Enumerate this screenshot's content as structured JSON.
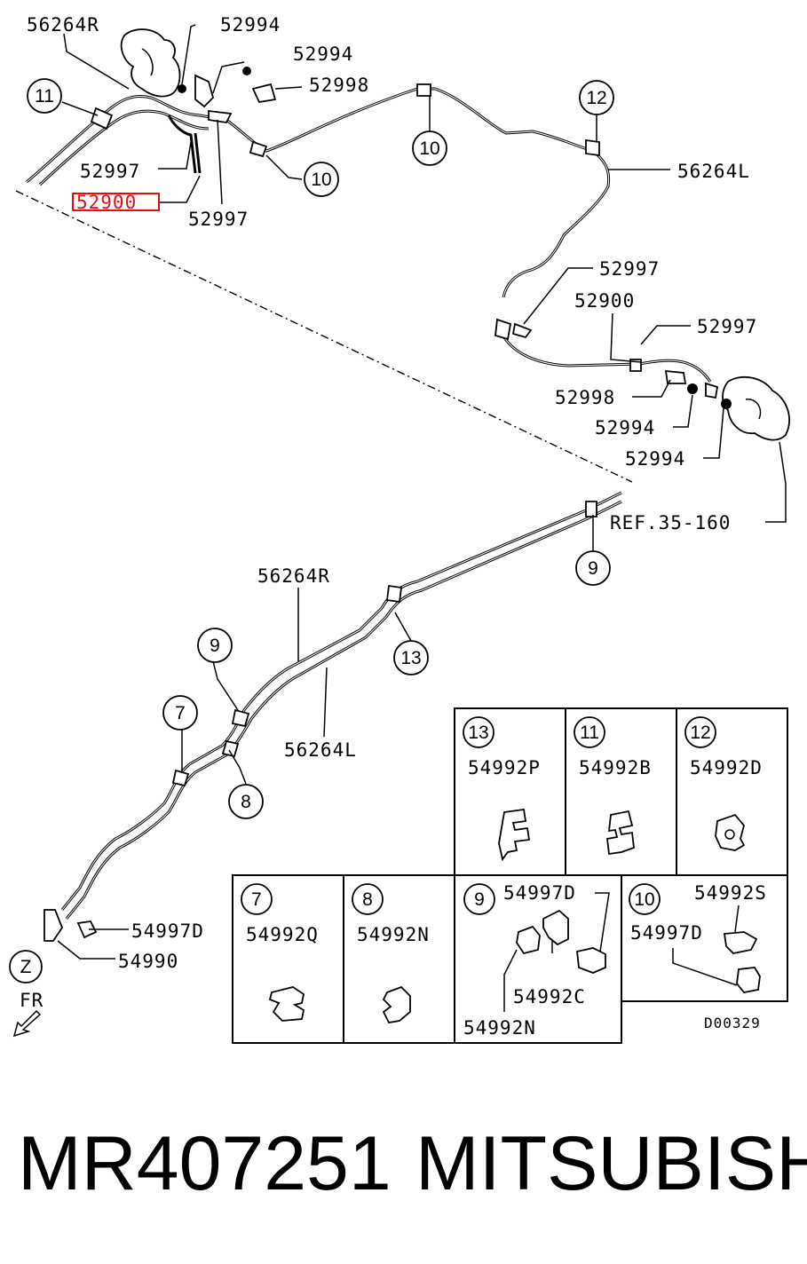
{
  "labels": {
    "p56264R_top": "56264R",
    "p52994_a": "52994",
    "p52994_b": "52994",
    "p52998_a": "52998",
    "p52997_a": "52997",
    "p52900_a": "52900",
    "p52997_b": "52997",
    "p56264L_top": "56264L",
    "p52997_c": "52997",
    "p52900_b": "52900",
    "p52997_d": "52997",
    "p52998_b": "52998",
    "p52994_c": "52994",
    "p52994_d": "52994",
    "ref": "REF.35-160",
    "p56264R_mid": "56264R",
    "p56264L_mid": "56264L",
    "p54997D_a": "54997D",
    "p54990": "54990",
    "z": "Z",
    "fr": "FR",
    "diagram_code": "D00329"
  },
  "callouts": {
    "c11": "11",
    "c10a": "10",
    "c10b": "10",
    "c12": "12",
    "c9a": "9",
    "c9b": "9",
    "c13": "13",
    "c7": "7",
    "c8": "8"
  },
  "legend": {
    "b13": {
      "num": "13",
      "part": "54992P"
    },
    "b11": {
      "num": "11",
      "part": "54992B"
    },
    "b12": {
      "num": "12",
      "part": "54992D"
    },
    "b7": {
      "num": "7",
      "part": "54992Q"
    },
    "b8": {
      "num": "8",
      "part": "54992N"
    },
    "b9": {
      "num": "9",
      "part_a": "54997D",
      "part_b": "54992C",
      "part_c": "54992N"
    },
    "b10": {
      "num": "10",
      "part_a": "54992S",
      "part_b": "54997D"
    }
  },
  "footer": {
    "part_number": "MR407251",
    "brand": "MITSUBISHI"
  },
  "colors": {
    "highlight": "#e01010",
    "ink": "#000000"
  }
}
